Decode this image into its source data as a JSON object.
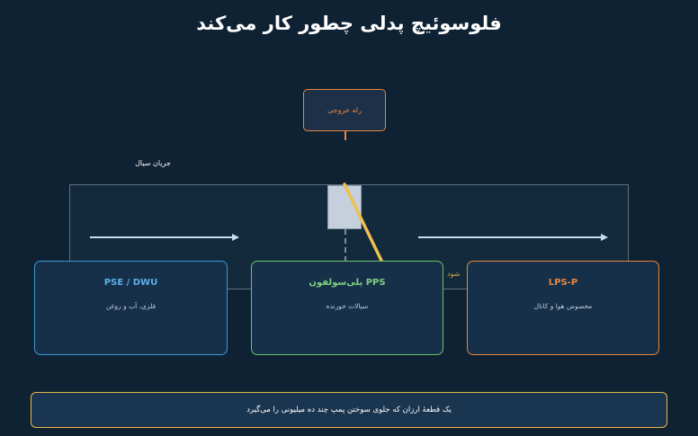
{
  "title": "فلوسوئیچ پدلی چطور کار می‌کند",
  "relay": {
    "label": "رله خروجی"
  },
  "flow": {
    "label": "جریان سیال"
  },
  "edge_text": "شود",
  "cards": [
    {
      "title": "PSE / DWU",
      "desc": "فلزی، آب و روغن"
    },
    {
      "title": "PPS پلی‌سولفون",
      "desc": "سیالات خورنده"
    },
    {
      "title": "LPS-P",
      "desc": "مخصوص هوا و کانال"
    }
  ],
  "note": "یک قطعهٔ ارزان که جلوی سوختن پمپ چند ده میلیونی را می‌گیرد",
  "colors": {
    "background": "#0f2233",
    "orange": "#e8873f",
    "blue": "#3a9ad6",
    "green": "#6cc26c",
    "paddle": "#f0c050",
    "note_border": "#e8b84a"
  }
}
